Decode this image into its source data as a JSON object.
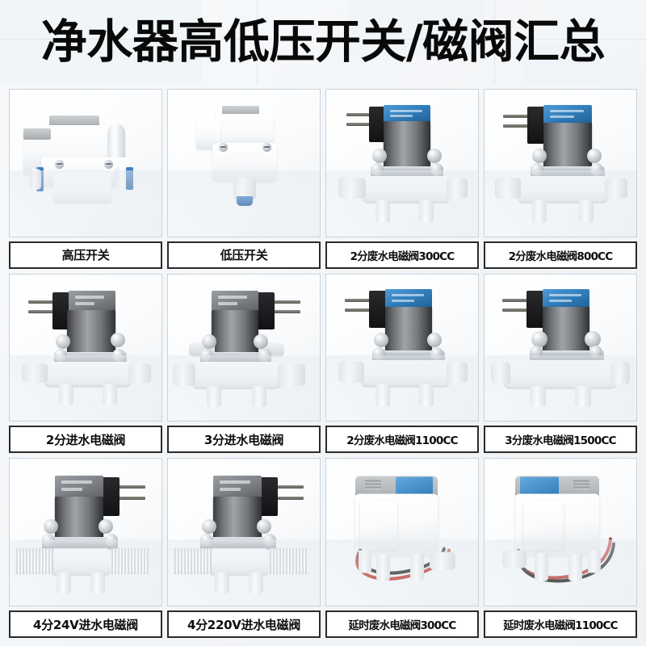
{
  "header": {
    "title": "净水器高低压开关/磁阀汇总"
  },
  "grid": {
    "columns": 4,
    "rows": 3,
    "items": [
      {
        "id": "high-pressure-switch",
        "label": "高压开关",
        "art": "switch-high"
      },
      {
        "id": "low-pressure-switch",
        "label": "低压开关",
        "art": "switch-low"
      },
      {
        "id": "waste-valve-2fen-300cc",
        "label": "2分废水电磁阀300CC",
        "art": "solenoid-blue-left"
      },
      {
        "id": "waste-valve-2fen-800cc",
        "label": "2分废水电磁阀800CC",
        "art": "solenoid-blue-left"
      },
      {
        "id": "inlet-valve-2fen",
        "label": "2分进水电磁阀",
        "art": "solenoid-grey-left"
      },
      {
        "id": "inlet-valve-3fen",
        "label": "3分进水电磁阀",
        "art": "solenoid-grey-right"
      },
      {
        "id": "waste-valve-2fen-1100cc",
        "label": "2分废水电磁阀1100CC",
        "art": "solenoid-blue-left"
      },
      {
        "id": "waste-valve-3fen-1500cc",
        "label": "3分废水电磁阀1500CC",
        "art": "solenoid-blue-left"
      },
      {
        "id": "inlet-valve-4fen-24v",
        "label": "4分24V进水电磁阀",
        "art": "solenoid-threaded"
      },
      {
        "id": "inlet-valve-4fen-220v",
        "label": "4分220V进水电磁阀",
        "art": "solenoid-threaded"
      },
      {
        "id": "delay-waste-valve-300cc",
        "label": "延时废水电磁阀300CC",
        "art": "delay-valve-right"
      },
      {
        "id": "delay-waste-valve-1100cc",
        "label": "延时废水电磁阀1100CC",
        "art": "delay-valve-left"
      }
    ]
  },
  "colors": {
    "accent_blue": "#2e7ab8",
    "caption_border": "#2b2b2b",
    "photo_border": "#c9d2da",
    "text": "#0d0d0d",
    "background": "#f7f9fb",
    "wire_red": "#c0392b",
    "wire_black": "#1a1a1a"
  }
}
